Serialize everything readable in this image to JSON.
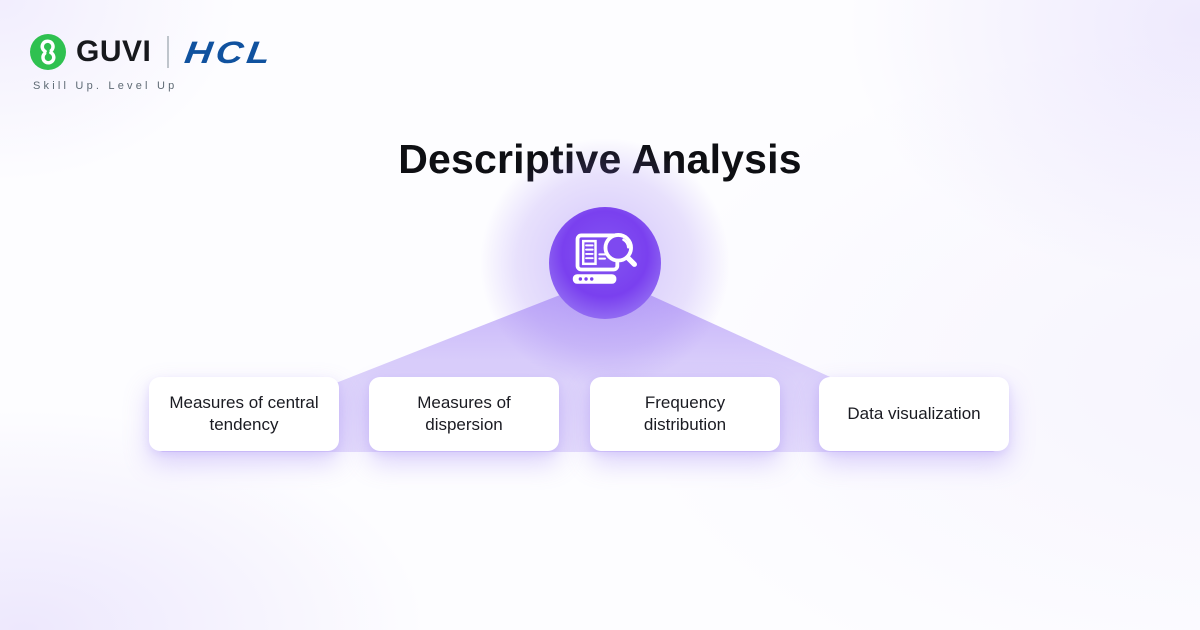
{
  "brand": {
    "guvi_label": "GUVI",
    "hcl_label": "HCL",
    "tagline": "Skill Up. Level Up",
    "colors": {
      "guvi_green": "#2fc150",
      "hcl_blue": "#10529f"
    }
  },
  "title": "Descriptive Analysis",
  "diagram": {
    "center_icon": "document-search-icon",
    "accent_color": "#7a40ef",
    "funnel_color": "#c4b5fd",
    "nodes": [
      {
        "label": "Measures of central tendency"
      },
      {
        "label": "Measures of dispersion"
      },
      {
        "label": "Frequency distribution"
      },
      {
        "label": "Data visualization"
      }
    ]
  }
}
